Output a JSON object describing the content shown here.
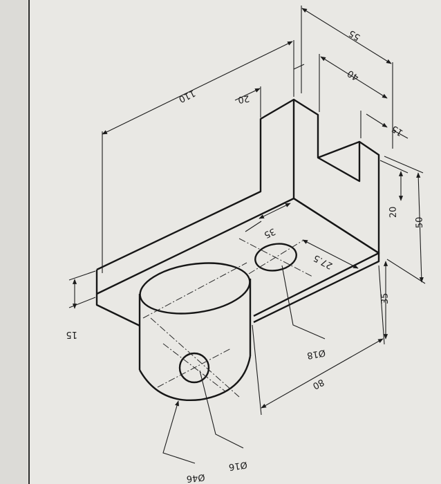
{
  "drawing": {
    "dimensions": {
      "d110": "110",
      "d20_top": "20",
      "d55": "55",
      "d40": "40",
      "d15_right": "15",
      "d20_right": "20",
      "d50": "50",
      "d35_right": "35",
      "d35_base": "35",
      "d27_5": "27.5",
      "d15_left": "15",
      "d80": "80",
      "dia18": "Ø18",
      "dia16": "Ø16",
      "dia46": "Ø46"
    }
  }
}
